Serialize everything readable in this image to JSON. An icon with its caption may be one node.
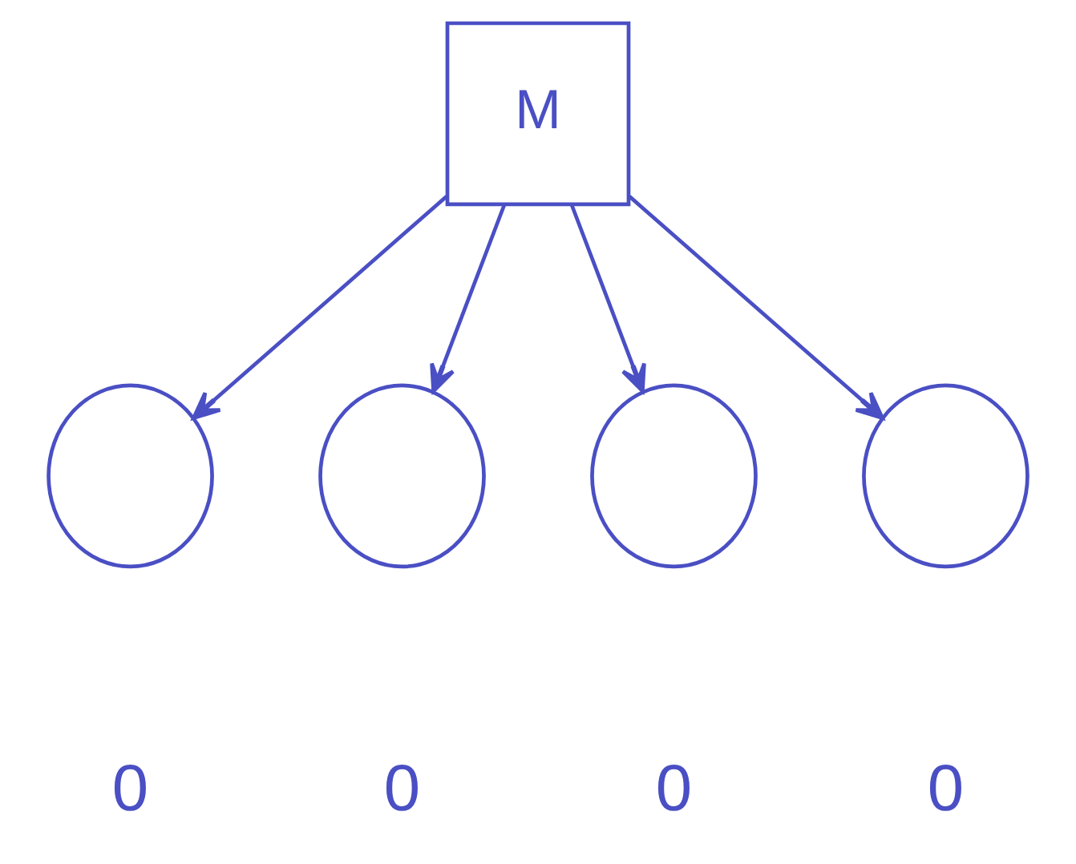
{
  "diagram": {
    "nodes": [
      {
        "text": [
          "M"
        ]
      },
      {
        "text": [],
        "shape": "circle"
      },
      {
        "text": [],
        "shape": "circle"
      },
      {
        "text": [],
        "shape": "circle"
      },
      {
        "text": [],
        "shape": "circle"
      }
    ],
    "edges": [
      {
        "from": 0,
        "to": 1,
        "arrow": "to"
      },
      {
        "from": 0,
        "to": 2,
        "arrow": "to"
      },
      {
        "from": 0,
        "to": 3,
        "arrow": "to"
      },
      {
        "from": 0,
        "to": 4,
        "arrow": "to"
      }
    ],
    "labels": [
      "0",
      "0",
      "0",
      "0"
    ]
  }
}
